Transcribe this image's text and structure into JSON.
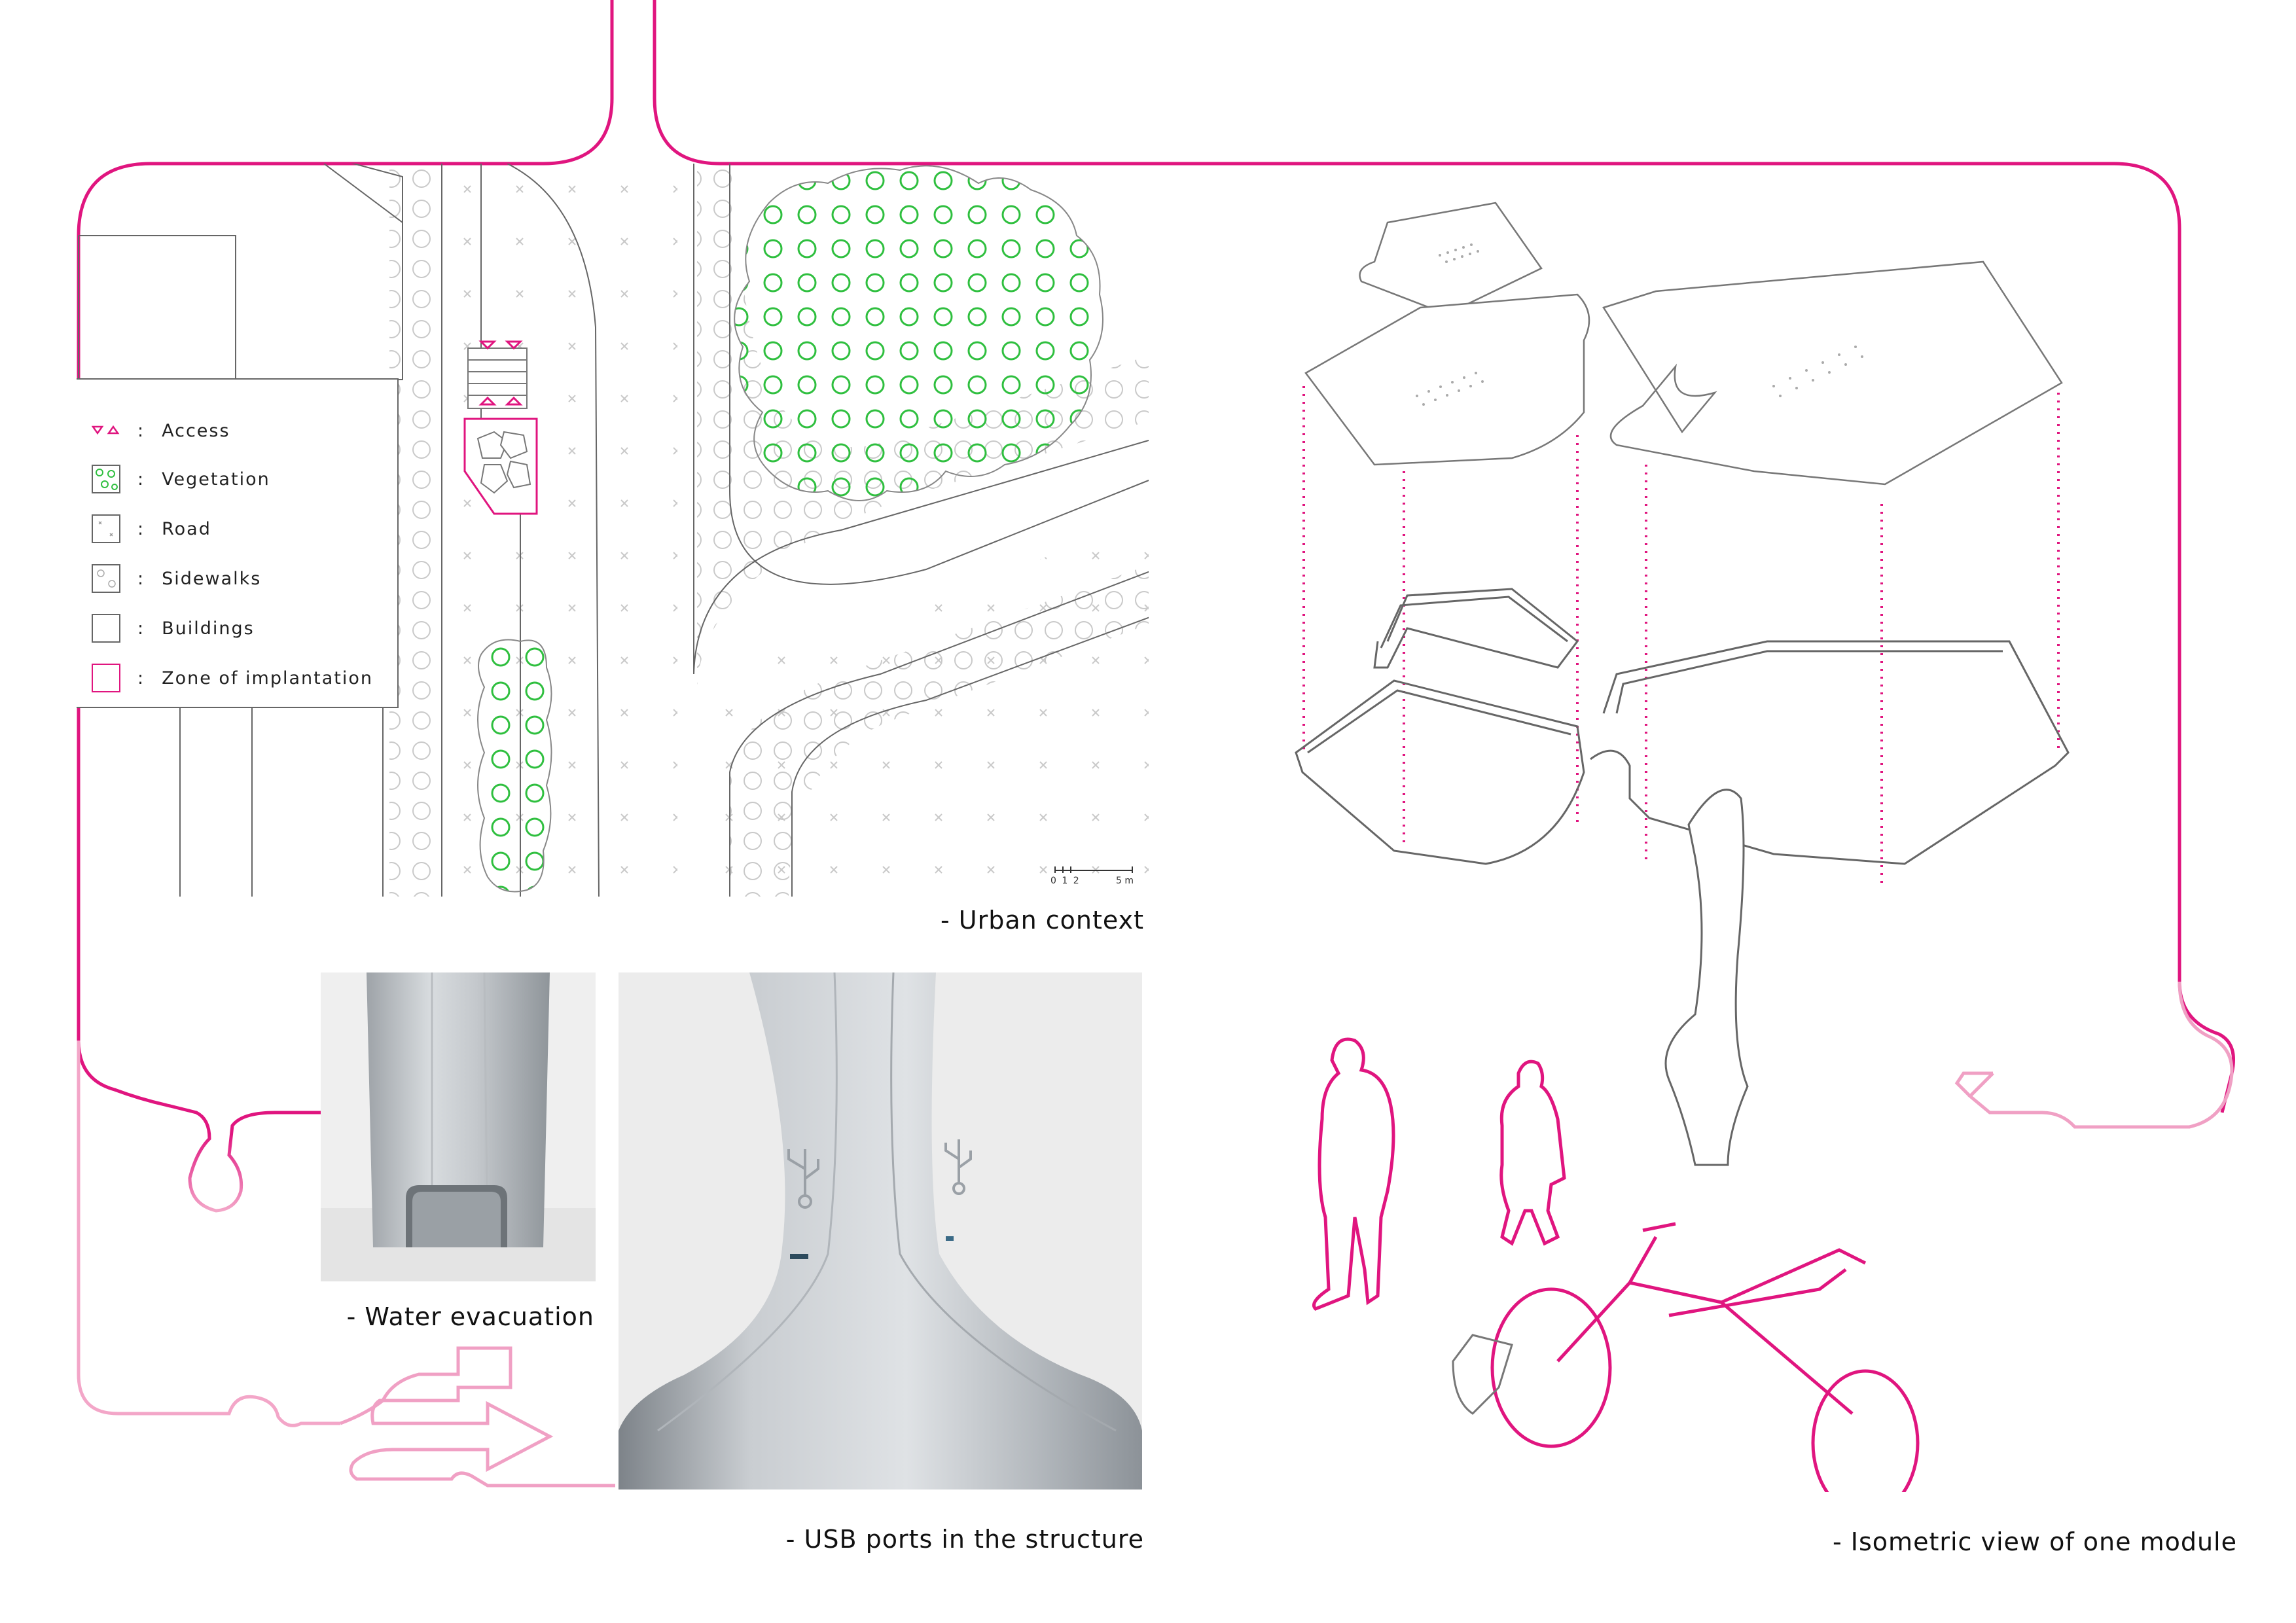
{
  "colors": {
    "accent_magenta": "#e0157f",
    "vegetation_green": "#2fbf3f",
    "line_gray": "#777777"
  },
  "legend": {
    "items": [
      {
        "key": "access",
        "label": "Access",
        "icon": "access-triangles-icon"
      },
      {
        "key": "vegetation",
        "label": "Vegetation",
        "icon": "vegetation-swatch-icon"
      },
      {
        "key": "road",
        "label": "Road",
        "icon": "road-swatch-icon"
      },
      {
        "key": "sidewalks",
        "label": "Sidewalks",
        "icon": "sidewalks-swatch-icon"
      },
      {
        "key": "buildings",
        "label": "Buildings",
        "icon": "buildings-swatch-icon"
      },
      {
        "key": "zone",
        "label": "Zone of implantation",
        "icon": "zone-swatch-icon"
      }
    ],
    "separator": ":"
  },
  "scale_bar": {
    "ticks": "0 1 2",
    "end": "5 m"
  },
  "captions": {
    "urban_context": "- Urban context",
    "water_evacuation": "- Water evacuation",
    "usb_ports": "- USB ports in the structure",
    "isometric": "- Isometric view of one module"
  }
}
